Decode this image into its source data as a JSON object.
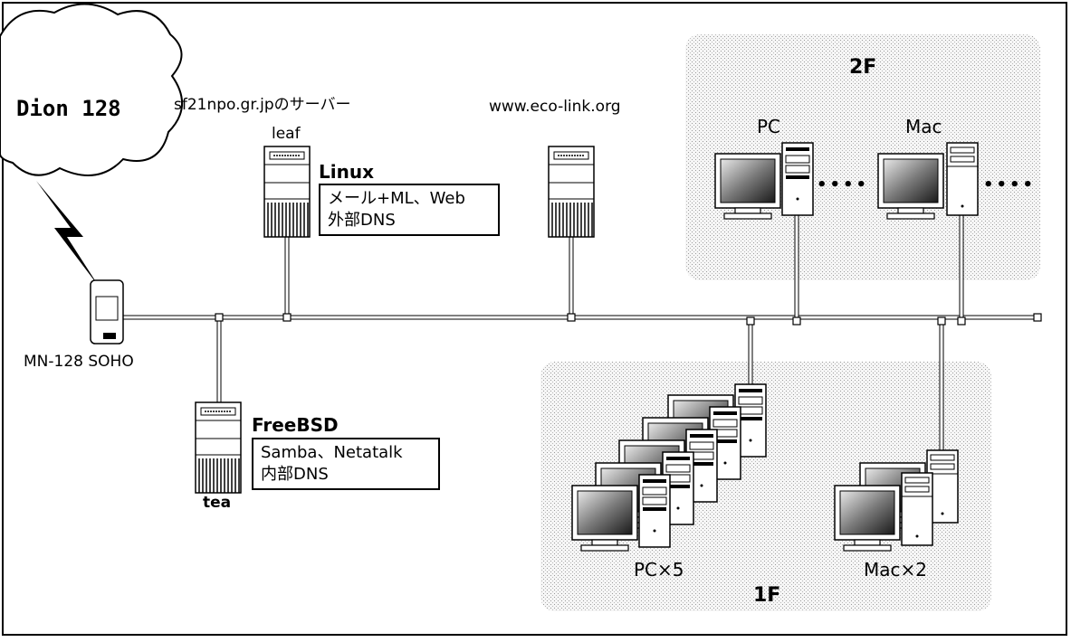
{
  "cloud": {
    "label": "Dion 128"
  },
  "router": {
    "label": "MN-128 SOHO"
  },
  "domain_label": "sf21npo.gr.jpのサーバー",
  "servers": {
    "leaf": {
      "name": "leaf",
      "os": "Linux",
      "roles": [
        "メール+ML、Web",
        "外部DNS"
      ]
    },
    "eco": {
      "name": "www.eco-link.org"
    },
    "tea": {
      "name": "tea",
      "os": "FreeBSD",
      "roles": [
        "Samba、Netatalk",
        "内部DNS"
      ]
    }
  },
  "floors": {
    "second": {
      "name": "2F",
      "pc_label": "PC",
      "mac_label": "Mac",
      "ellipsis": "••••"
    },
    "first": {
      "name": "1F",
      "pc_label": "PC×5",
      "mac_label": "Mac×2"
    }
  }
}
